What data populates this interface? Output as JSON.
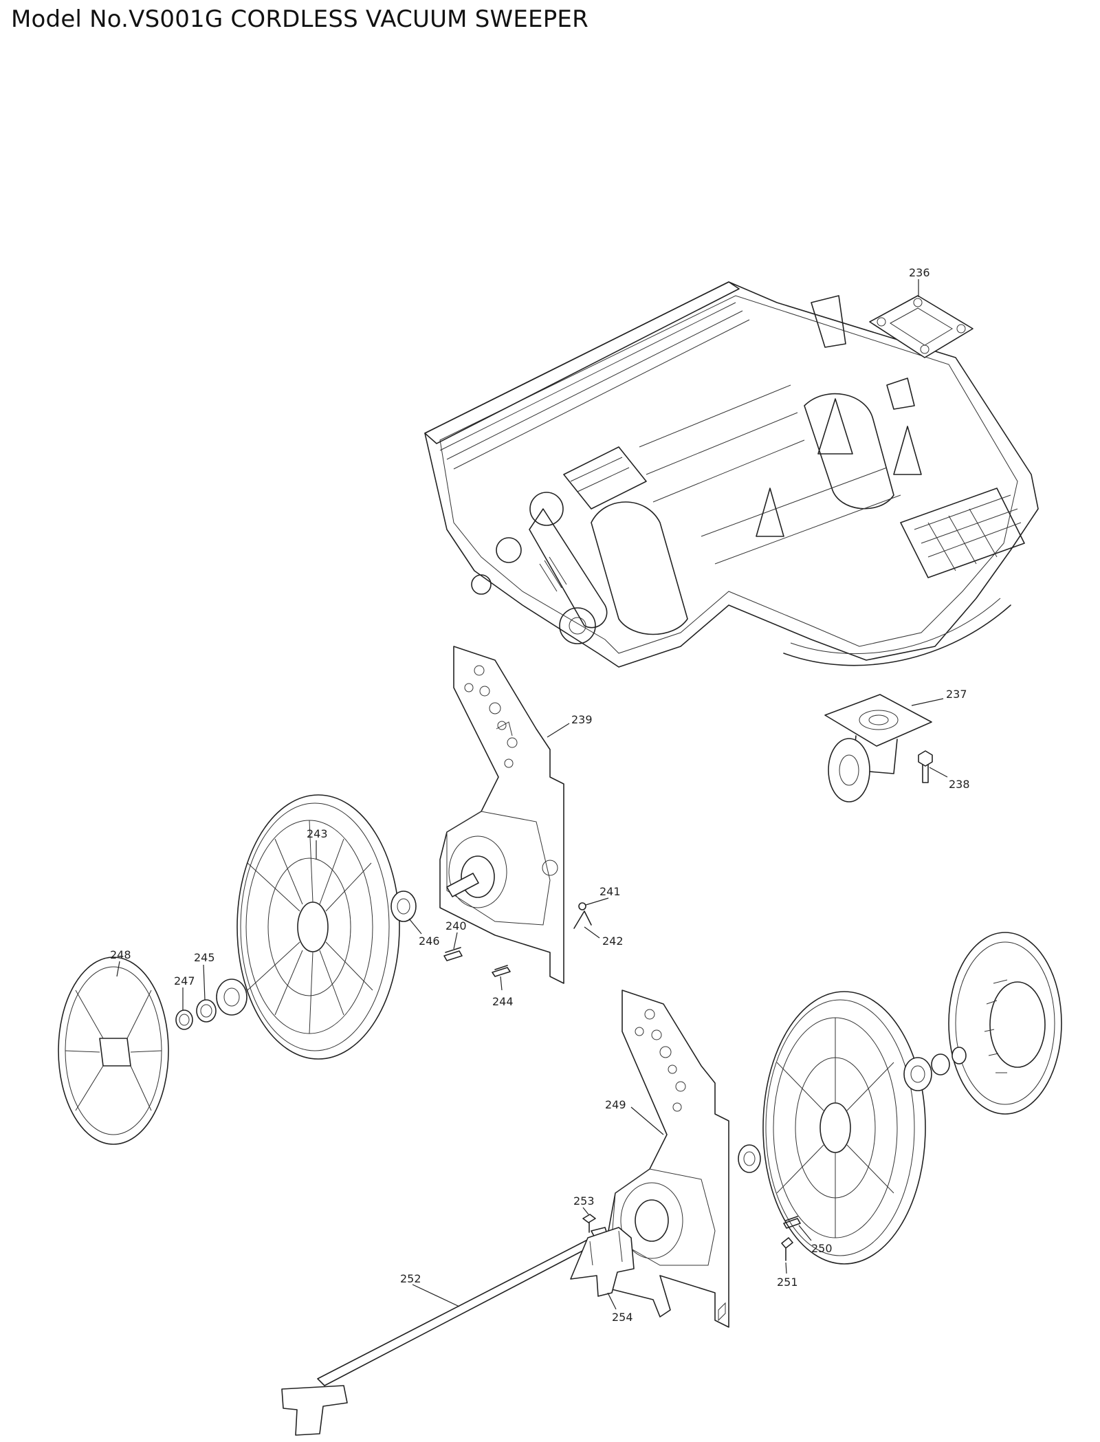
{
  "title": "Model No.VS001G CORDLESS VACUUM SWEEPER",
  "callouts": {
    "p236": "236",
    "p237": "237",
    "p238": "238",
    "p239": "239",
    "p240": "240",
    "p241": "241",
    "p242": "242",
    "p243": "243",
    "p244": "244",
    "p245": "245",
    "p246": "246",
    "p247": "247",
    "p248": "248",
    "p249": "249",
    "p250": "250",
    "p251": "251",
    "p252": "252",
    "p253": "253",
    "p254": "254"
  }
}
